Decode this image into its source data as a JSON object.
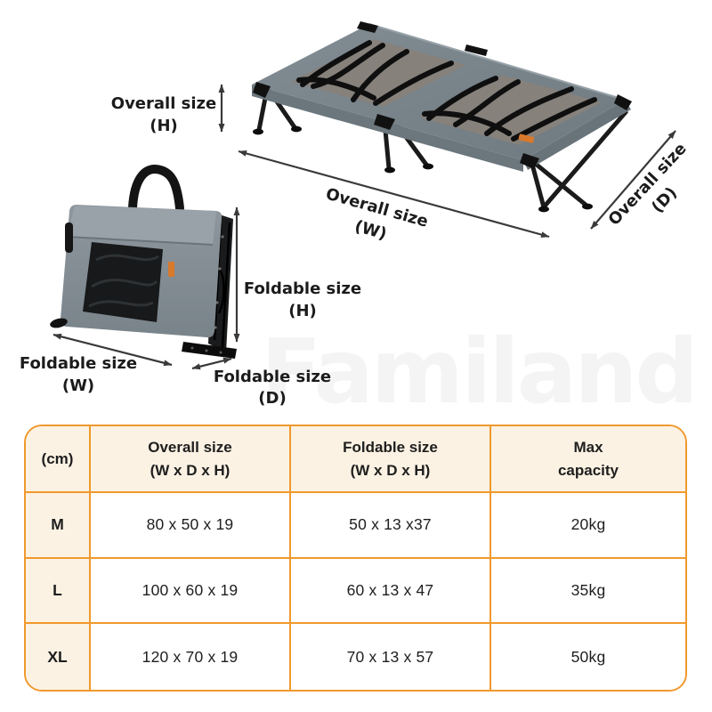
{
  "watermark": "Familand",
  "diagram": {
    "labels": {
      "overall_h": {
        "line1": "Overall size",
        "line2": "(H)"
      },
      "overall_w": {
        "line1": "Overall size",
        "line2": "(W)"
      },
      "overall_d": {
        "line1": "Overall size",
        "line2": "(D)"
      },
      "fold_h": {
        "line1": "Foldable size",
        "line2": "(H)"
      },
      "fold_w": {
        "line1": "Foldable size",
        "line2": "(W)"
      },
      "fold_d": {
        "line1": "Foldable size",
        "line2": "(D)"
      }
    }
  },
  "table": {
    "unit_header": "(cm)",
    "headers": [
      {
        "line1": "Overall size",
        "line2": "(W x D x H)"
      },
      {
        "line1": "Foldable size",
        "line2": "(W x D x H)"
      },
      {
        "line1": "Max",
        "line2": "capacity"
      }
    ],
    "rows": [
      {
        "size": "M",
        "overall": "80 x 50 x 19",
        "foldable": "50 x 13 x37",
        "capacity": "20kg"
      },
      {
        "size": "L",
        "overall": "100 x 60 x 19",
        "foldable": "60 x 13 x 47",
        "capacity": "35kg"
      },
      {
        "size": "XL",
        "overall": "120 x 70 x 19",
        "foldable": "70 x 13 x 57",
        "capacity": "50kg"
      }
    ]
  },
  "colors": {
    "accent_orange": "#F0992D",
    "table_header_bg": "#FBF2E3",
    "text": "#1E1E1E",
    "arrow": "#3A3A3A",
    "bed_fabric": "#7B868E",
    "mesh": "#86817B",
    "brand_tag": "#D9792B",
    "watermark": "#F4F4F4"
  }
}
